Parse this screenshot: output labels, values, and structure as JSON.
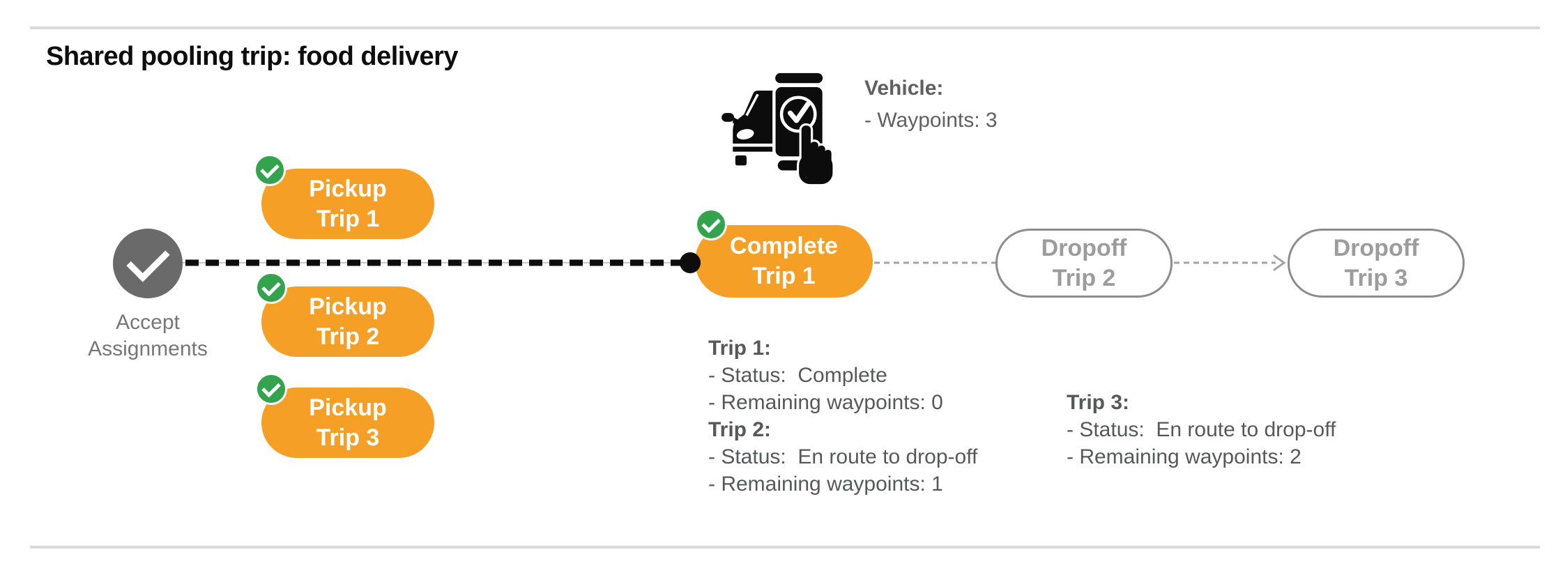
{
  "title": "Shared pooling trip: food delivery",
  "vehicle": {
    "heading": "Vehicle:",
    "waypoints": "- Waypoints: 3",
    "icon": "car-phone-check-icon"
  },
  "flow": {
    "accept": {
      "line1": "Accept",
      "line2": "Assignments"
    },
    "pickups": [
      {
        "line1": "Pickup",
        "line2": "Trip 1"
      },
      {
        "line1": "Pickup",
        "line2": "Trip 2"
      },
      {
        "line1": "Pickup",
        "line2": "Trip 3"
      }
    ],
    "complete": {
      "line1": "Complete",
      "line2": "Trip 1"
    },
    "dropoffs": [
      {
        "line1": "Dropoff",
        "line2": "Trip 2"
      },
      {
        "line1": "Dropoff",
        "line2": "Trip 3"
      }
    ]
  },
  "trips": [
    {
      "heading": "Trip 1:",
      "status": "- Status:  Complete",
      "remaining": "- Remaining waypoints: 0"
    },
    {
      "heading": "Trip 2:",
      "status": "- Status:  En route to drop-off",
      "remaining": "- Remaining waypoints: 1"
    },
    {
      "heading": "Trip 3:",
      "status": "- Status:  En route to drop-off",
      "remaining": "- Remaining waypoints: 2"
    }
  ],
  "colors": {
    "orange": "#F59F27",
    "green": "#34A34D",
    "node_gray": "#6A6A6A",
    "black": "#0D0D0D",
    "label_gray": "#767676",
    "text_gray": "#57585A",
    "vehicle_text": "#606060",
    "outline_gray": "#8C8C8C",
    "dropoff_text": "#9C9C9C",
    "connector_gray": "#A3A3A3",
    "rule_gray": "#D9D9D9",
    "underlay_gray": "#C6C6C6"
  }
}
